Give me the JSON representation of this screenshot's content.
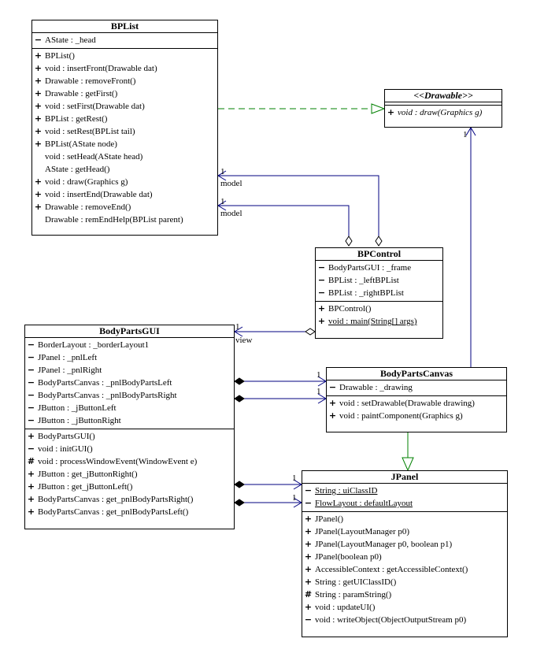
{
  "diagram": {
    "classes": [
      {
        "id": "bplist",
        "name": "BPList",
        "italic_title": false,
        "attributes": [
          {
            "vis": "−",
            "text": "AState : _head",
            "underline": false,
            "italic": false
          }
        ],
        "operations": [
          {
            "vis": "+",
            "text": "BPList()"
          },
          {
            "vis": "+",
            "text": "void : insertFront(Drawable dat)"
          },
          {
            "vis": "+",
            "text": "Drawable : removeFront()"
          },
          {
            "vis": "+",
            "text": "Drawable : getFirst()"
          },
          {
            "vis": "+",
            "text": "void : setFirst(Drawable dat)"
          },
          {
            "vis": "+",
            "text": "BPList : getRest()"
          },
          {
            "vis": "+",
            "text": "void : setRest(BPList tail)"
          },
          {
            "vis": "+",
            "text": "BPList(AState node)"
          },
          {
            "vis": "",
            "text": "void : setHead(AState head)"
          },
          {
            "vis": "",
            "text": "AState : getHead()"
          },
          {
            "vis": "+",
            "text": "void : draw(Graphics g)"
          },
          {
            "vis": "+",
            "text": "void : insertEnd(Drawable dat)"
          },
          {
            "vis": "+",
            "text": "Drawable : removeEnd()"
          },
          {
            "vis": "",
            "text": "Drawable : remEndHelp(BPList parent)"
          }
        ]
      },
      {
        "id": "drawable",
        "name": "<<Drawable>>",
        "italic_title": true,
        "attributes": [],
        "operations": [
          {
            "vis": "+",
            "text": "void : draw(Graphics g)",
            "italic": true
          }
        ]
      },
      {
        "id": "bpcontrol",
        "name": "BPControl",
        "italic_title": false,
        "attributes": [
          {
            "vis": "−",
            "text": "BodyPartsGUI : _frame"
          },
          {
            "vis": "−",
            "text": "BPList : _leftBPList"
          },
          {
            "vis": "−",
            "text": "BPList : _rightBPList"
          }
        ],
        "operations": [
          {
            "vis": "+",
            "text": "BPControl()"
          },
          {
            "vis": "+",
            "text": "void : main(String[] args)",
            "underline": true
          }
        ]
      },
      {
        "id": "gui",
        "name": "BodyPartsGUI",
        "italic_title": false,
        "attributes": [
          {
            "vis": "−",
            "text": "BorderLayout : _borderLayout1"
          },
          {
            "vis": "−",
            "text": "JPanel : _pnlLeft"
          },
          {
            "vis": "−",
            "text": "JPanel : _pnlRight"
          },
          {
            "vis": "−",
            "text": "BodyPartsCanvas : _pnlBodyPartsLeft"
          },
          {
            "vis": "−",
            "text": "BodyPartsCanvas : _pnlBodyPartsRight"
          },
          {
            "vis": "−",
            "text": "JButton : _jButtonLeft"
          },
          {
            "vis": "−",
            "text": "JButton : _jButtonRight"
          }
        ],
        "operations": [
          {
            "vis": "+",
            "text": "BodyPartsGUI()"
          },
          {
            "vis": "−",
            "text": "void : initGUI()"
          },
          {
            "vis": "#",
            "text": "void : processWindowEvent(WindowEvent e)"
          },
          {
            "vis": "+",
            "text": "JButton : get_jButtonRight()"
          },
          {
            "vis": "+",
            "text": "JButton : get_jButtonLeft()"
          },
          {
            "vis": "+",
            "text": "BodyPartsCanvas : get_pnlBodyPartsRight()"
          },
          {
            "vis": "+",
            "text": "BodyPartsCanvas : get_pnlBodyPartsLeft()"
          }
        ]
      },
      {
        "id": "canvas",
        "name": "BodyPartsCanvas",
        "italic_title": false,
        "attributes": [
          {
            "vis": "−",
            "text": "Drawable : _drawing"
          }
        ],
        "operations": [
          {
            "vis": "+",
            "text": "void : setDrawable(Drawable drawing)"
          },
          {
            "vis": "+",
            "text": "void : paintComponent(Graphics g)"
          }
        ]
      },
      {
        "id": "jpanel",
        "name": "JPanel",
        "italic_title": false,
        "attributes": [
          {
            "vis": "−",
            "text": "String : uiClassID",
            "underline": true
          },
          {
            "vis": "−",
            "text": "FlowLayout : defaultLayout",
            "underline": true
          }
        ],
        "operations": [
          {
            "vis": "+",
            "text": "JPanel()"
          },
          {
            "vis": "+",
            "text": "JPanel(LayoutManager p0)"
          },
          {
            "vis": "+",
            "text": "JPanel(LayoutManager p0, boolean p1)"
          },
          {
            "vis": "+",
            "text": "JPanel(boolean p0)"
          },
          {
            "vis": "+",
            "text": "AccessibleContext : getAccessibleContext()"
          },
          {
            "vis": "+",
            "text": "String : getUIClassID()"
          },
          {
            "vis": "#",
            "text": "String : paramString()"
          },
          {
            "vis": "+",
            "text": "void : updateUI()"
          },
          {
            "vis": "−",
            "text": "void : writeObject(ObjectOutputStream p0)"
          }
        ]
      }
    ],
    "edge_labels": {
      "model_upper_mult": "1",
      "model_upper_role": "model",
      "model_lower_mult": "1",
      "model_lower_role": "model",
      "view_mult": "1",
      "view_role": "view",
      "drawable_mult": "1",
      "canvas_left_mult": "1",
      "canvas_right_mult": "1",
      "jpanel_right_mult": "1",
      "jpanel_left_mult": "1"
    },
    "colors": {
      "association": "#000080",
      "realization": "#008000",
      "generalization": "#008000",
      "outline": "#000000"
    }
  }
}
